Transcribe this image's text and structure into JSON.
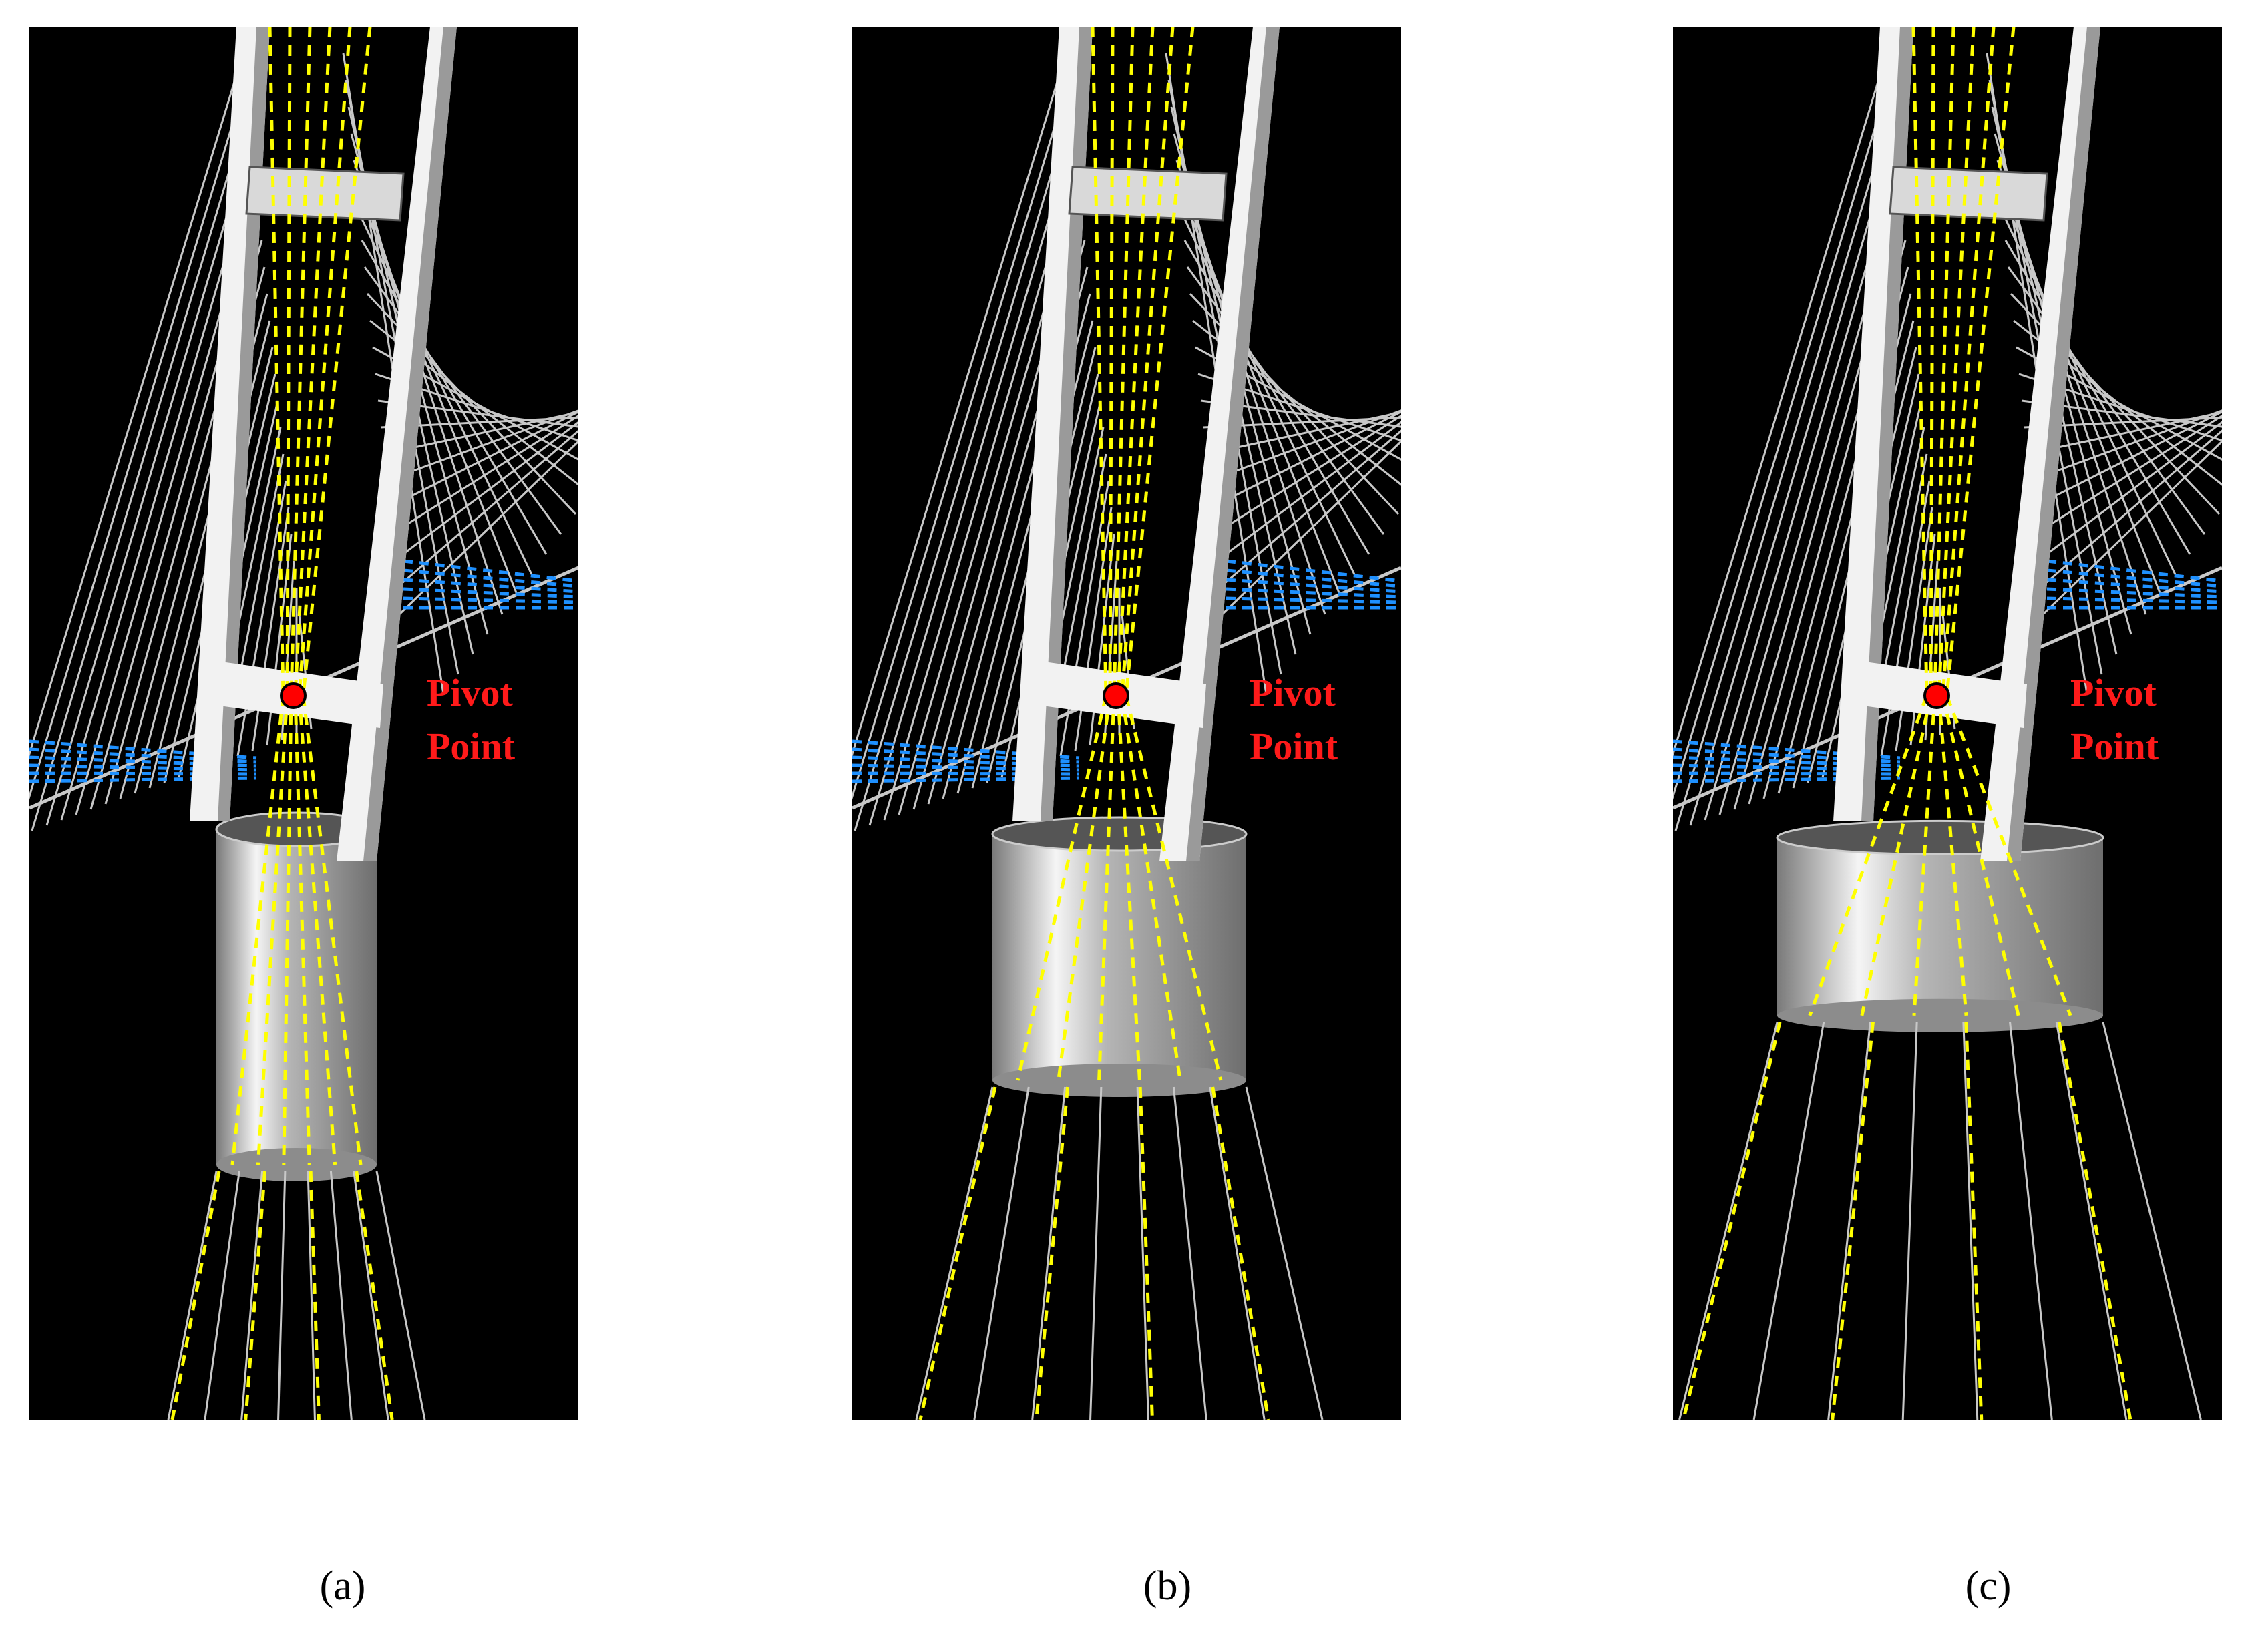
{
  "figure": {
    "pivot_label_line1": "Pivot",
    "pivot_label_line2": "Point",
    "panels": [
      {
        "id": "a",
        "caption": "(a)",
        "footing_height_ratio": 0.9
      },
      {
        "id": "b",
        "caption": "(b)",
        "footing_height_ratio": 0.55
      },
      {
        "id": "c",
        "caption": "(c)",
        "footing_height_ratio": 0.28
      }
    ]
  },
  "colors": {
    "background": "#000000",
    "tower": "#f2f2f2",
    "tower_shade": "#9a9a9a",
    "cable": "#c8c8c8",
    "tendon": "#ffff00",
    "deck_dash": "#1e90ff",
    "pivot": "#ff0000",
    "pivot_label": "#ff1a1a"
  }
}
